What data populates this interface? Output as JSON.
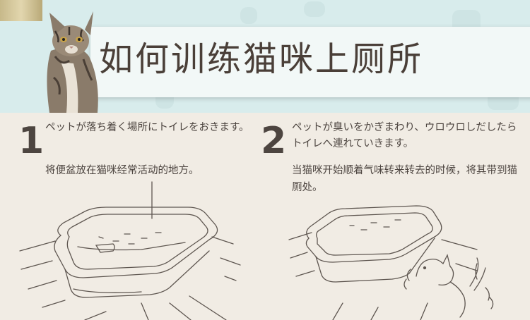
{
  "banner": {
    "title": "如何训练猫咪上厕所"
  },
  "steps": [
    {
      "number": "1",
      "text_jp": "ペットが落ち着く場所にトイレをおきます。",
      "text_zh": "将便盆放在猫咪经常活动的地方。"
    },
    {
      "number": "2",
      "text_jp": "ペットが臭いをかぎまわり、ウロウロしだしたらトイレへ連れていきます。",
      "text_zh": "当猫咪开始顺着气味转来转去的时候，将其带到猫厕处。"
    }
  ],
  "colors": {
    "banner_bg": "#d8ecec",
    "title_bar": "#f2f8f7",
    "text": "#4d4540",
    "page_bg": "#f1ece4"
  }
}
